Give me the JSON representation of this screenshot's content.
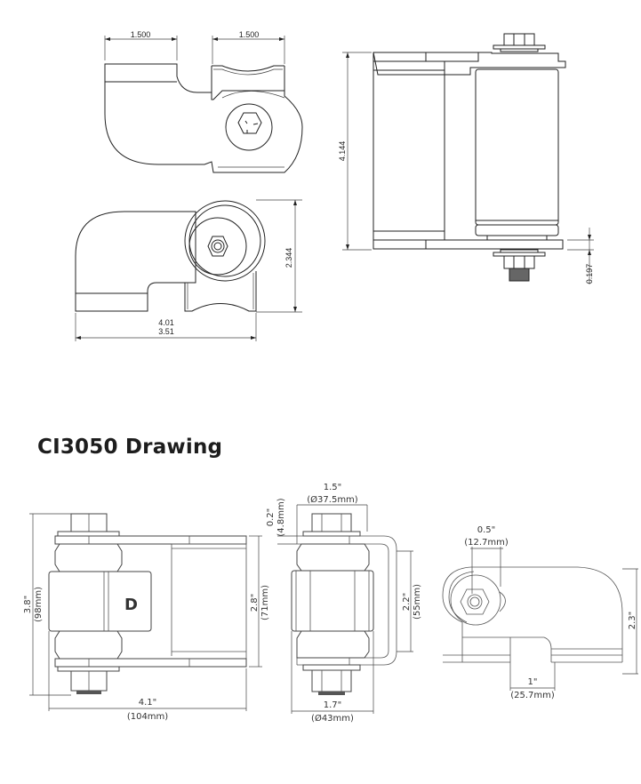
{
  "top_drawings": {
    "top_view": {
      "dim_left": "1.500",
      "dim_right": "1.500"
    },
    "side_view": {
      "dim_height": "2.344",
      "dim_width_outer": "4.01",
      "dim_width_inner": "3.51"
    },
    "front_view": {
      "dim_height": "4.144",
      "dim_plate": "0.197"
    }
  },
  "section_title": "CI3050 Drawing",
  "bottom_drawings": {
    "front": {
      "height_in": "3.8\"",
      "height_mm": "(98mm)",
      "inner_height_in": "2.8\"",
      "inner_height_mm": "(71mm)",
      "width_in": "4.1\"",
      "width_mm": "(104mm)",
      "logo": "D"
    },
    "side": {
      "top_width_in": "1.5\"",
      "top_width_mm": "(Ø37.5mm)",
      "plate_in": "0.2\"",
      "plate_mm": "(4.8mm)",
      "bracket_in": "2.2\"",
      "bracket_mm": "(55mm)",
      "bottom_width_in": "1.7\"",
      "bottom_width_mm": "(Ø43mm)"
    },
    "top": {
      "offset_in": "0.5\"",
      "offset_mm": "(12.7mm)",
      "height_in": "2.3\"",
      "height_mm": "",
      "gap_in": "1\"",
      "gap_mm": "(25.7mm)"
    }
  }
}
